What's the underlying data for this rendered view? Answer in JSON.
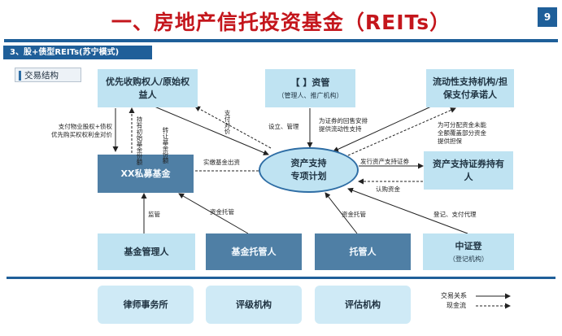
{
  "title": "一、房地产信托投资基金（REITs）",
  "page_number": "9",
  "subtitle": "3、股+债型REITs(苏宁模式)",
  "structure_label": "交易结构",
  "boxes": {
    "original_owner": "优先收购权人/原始权益人",
    "manager_title": "【 】资管",
    "manager_sub": "（管理人、推广机构）",
    "liquidity": "流动性支持机构/担保支付承诺人",
    "fund": "XX私募基金",
    "spv_line1": "资产支持",
    "spv_line2": "专项计划",
    "holders": "资产支持证券持有人",
    "fund_manager": "基金管理人",
    "fund_custodian": "基金托管人",
    "custodian": "托管人",
    "csdc_title": "中证登",
    "csdc_sub": "（登记机构）",
    "law_firm": "律师事务所",
    "rating": "评级机构",
    "appraisal": "评估机构"
  },
  "labels": {
    "pay_price": "支付对价",
    "transfer_share_1": "支付物业股权+债权",
    "transfer_share_2": "优先购买权权利金对价",
    "hold_shares": "持有初始基金份额",
    "transfer_fund": "转让基金份额",
    "setup_manage": "设立、管理",
    "liquidity_arrangement_1": "为证券的回售安排",
    "liquidity_arrangement_2": "提供流动性支持",
    "shortfall_1": "为可分配资金未能",
    "shortfall_2": "全额覆盖部分资金",
    "shortfall_3": "提供担保",
    "subscribe_fund": "实缴基金出资",
    "issue_securities": "发行资产支持证券",
    "subscribe_funds": "认购资金",
    "supervision": "监管",
    "fund_custody": "资金托管",
    "fund_custody_2": "资金托管",
    "registration": "登记、支付代理"
  },
  "legend": {
    "transaction": "交易关系",
    "cash_flow": "现金流"
  },
  "colors": {
    "title_red": "#c4161c",
    "brand_blue": "#1f5f99",
    "light_box": "#bfe3f2",
    "dark_box": "#4f7fa5"
  }
}
